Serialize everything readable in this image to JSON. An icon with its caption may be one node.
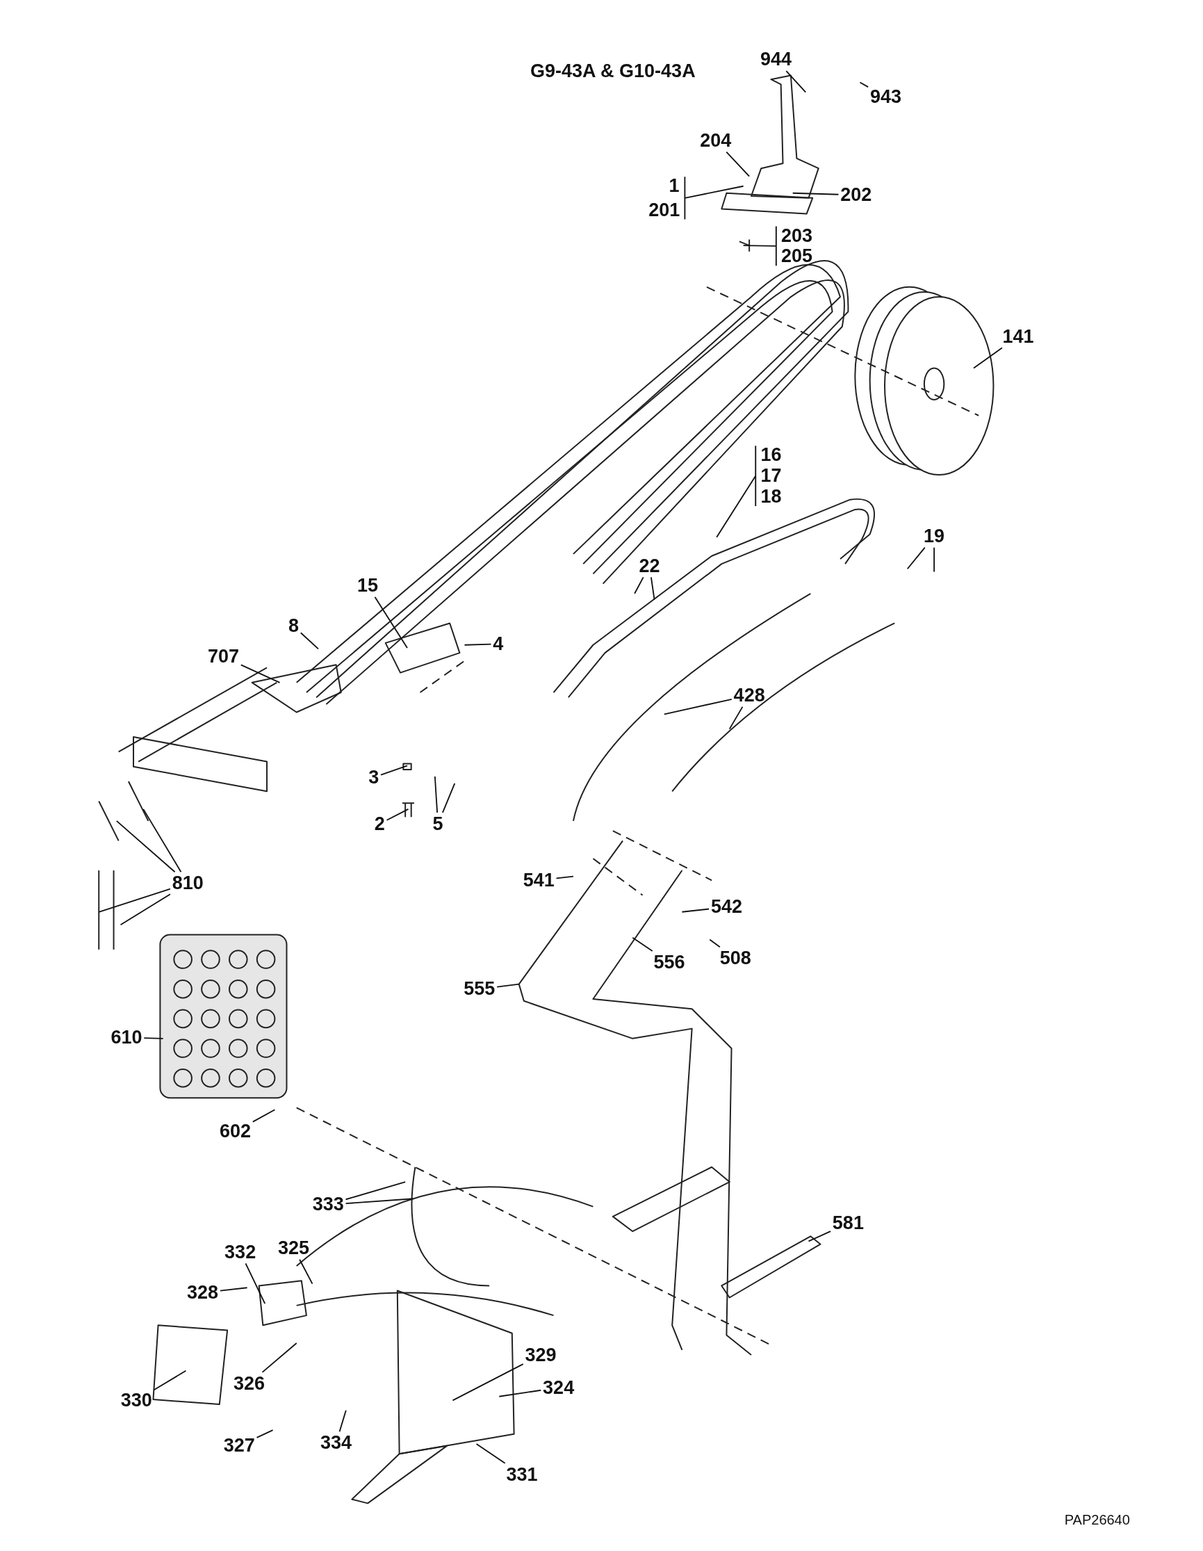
{
  "diagram": {
    "title": "G9-43A & G10-43A",
    "nodes": [
      {
        "text": [
          "944"
        ]
      },
      {
        "text": [
          "943"
        ]
      },
      {
        "text": [
          "204"
        ]
      },
      {
        "text": [
          "1"
        ]
      },
      {
        "text": [
          "201"
        ]
      },
      {
        "text": [
          "202"
        ]
      },
      {
        "text": [
          "203"
        ]
      },
      {
        "text": [
          "205"
        ]
      },
      {
        "text": [
          "141"
        ]
      },
      {
        "text": [
          "16"
        ]
      },
      {
        "text": [
          "17"
        ]
      },
      {
        "text": [
          "18"
        ]
      },
      {
        "text": [
          "19"
        ]
      },
      {
        "text": [
          "22"
        ]
      },
      {
        "text": [
          "15"
        ]
      },
      {
        "text": [
          "8"
        ]
      },
      {
        "text": [
          "4"
        ]
      },
      {
        "text": [
          "707"
        ]
      },
      {
        "text": [
          "428"
        ]
      },
      {
        "text": [
          "3"
        ]
      },
      {
        "text": [
          "2"
        ]
      },
      {
        "text": [
          "5"
        ]
      },
      {
        "text": [
          "810"
        ]
      },
      {
        "text": [
          "541"
        ]
      },
      {
        "text": [
          "542"
        ]
      },
      {
        "text": [
          "508"
        ]
      },
      {
        "text": [
          "556"
        ]
      },
      {
        "text": [
          "555"
        ]
      },
      {
        "text": [
          "610"
        ]
      },
      {
        "text": [
          "602"
        ]
      },
      {
        "text": [
          "333"
        ]
      },
      {
        "text": [
          "581"
        ]
      },
      {
        "text": [
          "332"
        ]
      },
      {
        "text": [
          "325"
        ]
      },
      {
        "text": [
          "328"
        ]
      },
      {
        "text": [
          "329"
        ]
      },
      {
        "text": [
          "324"
        ]
      },
      {
        "text": [
          "330"
        ]
      },
      {
        "text": [
          "326"
        ]
      },
      {
        "text": [
          "327"
        ]
      },
      {
        "text": [
          "334"
        ]
      },
      {
        "text": [
          "331"
        ]
      }
    ],
    "edges": [
      {
        "from": 0,
        "to": null,
        "arrow": "none"
      },
      {
        "from": 1,
        "to": null,
        "arrow": "none"
      },
      {
        "from": 2,
        "to": null,
        "arrow": "none"
      },
      {
        "from": 3,
        "to": null,
        "arrow": "none"
      },
      {
        "from": 4,
        "to": null,
        "arrow": "none"
      },
      {
        "from": 5,
        "to": null,
        "arrow": "none"
      },
      {
        "from": 6,
        "to": null,
        "arrow": "none"
      },
      {
        "from": 7,
        "to": null,
        "arrow": "none"
      },
      {
        "from": 8,
        "to": null,
        "arrow": "none"
      },
      {
        "from": 9,
        "to": null,
        "arrow": "none"
      },
      {
        "from": 10,
        "to": null,
        "arrow": "none"
      },
      {
        "from": 11,
        "to": null,
        "arrow": "none"
      },
      {
        "from": 12,
        "to": null,
        "arrow": "none"
      },
      {
        "from": 12,
        "to": null,
        "arrow": "none"
      },
      {
        "from": 13,
        "to": null,
        "arrow": "none"
      },
      {
        "from": 13,
        "to": null,
        "arrow": "none"
      },
      {
        "from": 14,
        "to": null,
        "arrow": "none"
      },
      {
        "from": 15,
        "to": null,
        "arrow": "none"
      },
      {
        "from": 16,
        "to": null,
        "arrow": "none"
      },
      {
        "from": 17,
        "to": null,
        "arrow": "none"
      },
      {
        "from": 18,
        "to": null,
        "arrow": "none"
      },
      {
        "from": 18,
        "to": null,
        "arrow": "none"
      },
      {
        "from": 19,
        "to": null,
        "arrow": "none"
      },
      {
        "from": 20,
        "to": null,
        "arrow": "none"
      },
      {
        "from": 21,
        "to": null,
        "arrow": "none"
      },
      {
        "from": 21,
        "to": null,
        "arrow": "none"
      },
      {
        "from": 22,
        "to": null,
        "arrow": "none"
      },
      {
        "from": 22,
        "to": null,
        "arrow": "none"
      },
      {
        "from": 22,
        "to": null,
        "arrow": "none"
      },
      {
        "from": 22,
        "to": null,
        "arrow": "none"
      },
      {
        "from": 23,
        "to": null,
        "arrow": "none"
      },
      {
        "from": 24,
        "to": null,
        "arrow": "none"
      },
      {
        "from": 25,
        "to": null,
        "arrow": "none"
      },
      {
        "from": 26,
        "to": null,
        "arrow": "none"
      },
      {
        "from": 27,
        "to": null,
        "arrow": "none"
      },
      {
        "from": 28,
        "to": null,
        "arrow": "none"
      },
      {
        "from": 29,
        "to": null,
        "arrow": "none"
      },
      {
        "from": 30,
        "to": null,
        "arrow": "none"
      },
      {
        "from": 30,
        "to": null,
        "arrow": "none"
      },
      {
        "from": 31,
        "to": null,
        "arrow": "none"
      },
      {
        "from": 32,
        "to": null,
        "arrow": "none"
      },
      {
        "from": 33,
        "to": null,
        "arrow": "none"
      },
      {
        "from": 34,
        "to": null,
        "arrow": "none"
      },
      {
        "from": 35,
        "to": null,
        "arrow": "none"
      },
      {
        "from": 36,
        "to": null,
        "arrow": "none"
      },
      {
        "from": 37,
        "to": null,
        "arrow": "none"
      },
      {
        "from": 38,
        "to": null,
        "arrow": "none"
      },
      {
        "from": 39,
        "to": null,
        "arrow": "none"
      },
      {
        "from": 40,
        "to": null,
        "arrow": "none"
      },
      {
        "from": 41,
        "to": null,
        "arrow": "none"
      }
    ],
    "labels": [
      "PAP26640"
    ]
  }
}
